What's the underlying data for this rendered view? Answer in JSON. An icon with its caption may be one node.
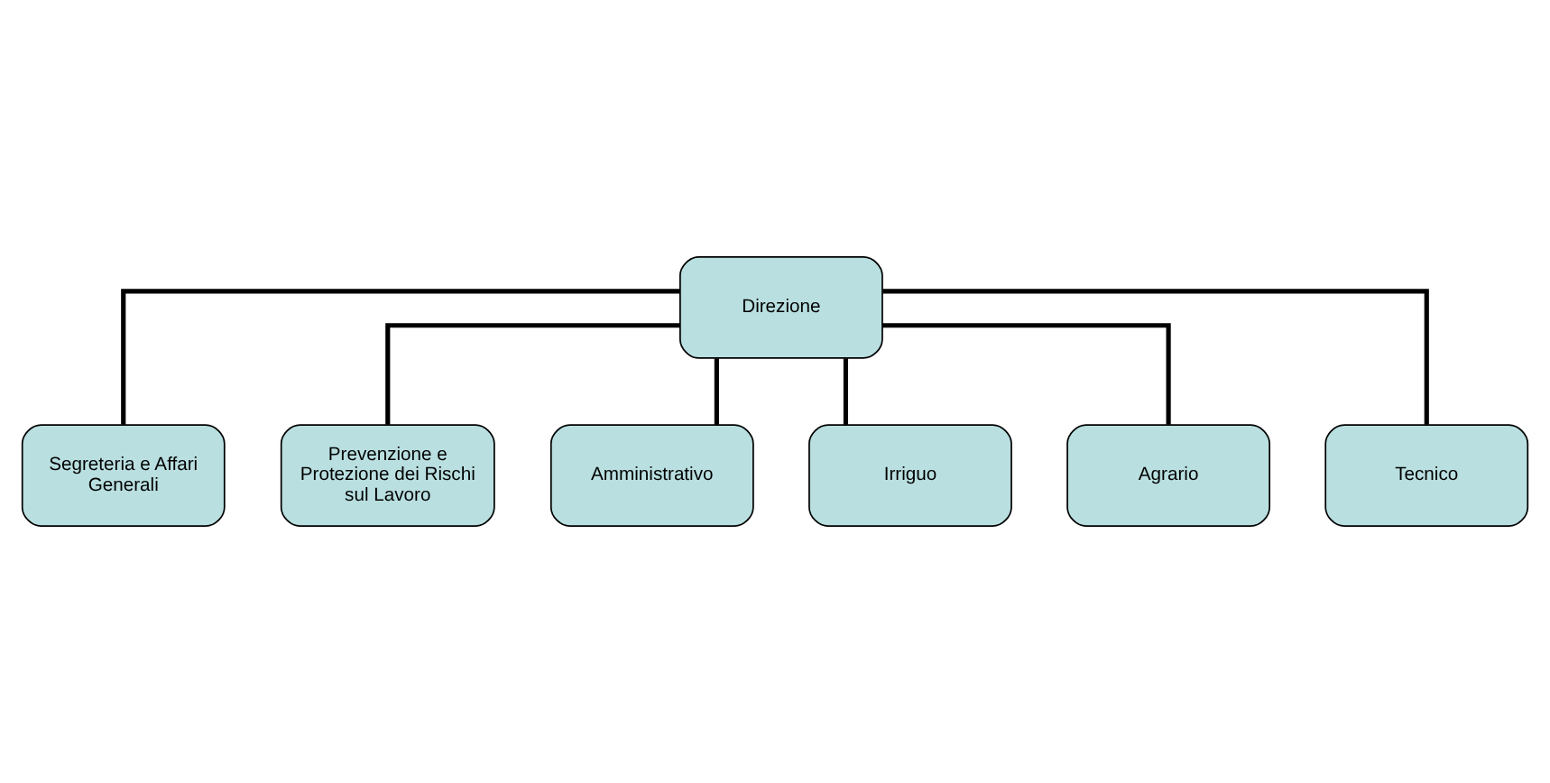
{
  "diagram": {
    "nodes": [
      {
        "text": [
          "Direzione"
        ]
      },
      {
        "text": [
          "Segreteria e Affari Generali"
        ]
      },
      {
        "text": [
          "Prevenzione e Protezione dei Rischi sul Lavoro"
        ]
      },
      {
        "text": [
          "Amministrativo"
        ]
      },
      {
        "text": [
          "Irriguo"
        ]
      },
      {
        "text": [
          "Agrario"
        ]
      },
      {
        "text": [
          "Tecnico"
        ]
      }
    ],
    "edges": [
      {
        "from": 0,
        "to": 1,
        "arrow": "none"
      },
      {
        "from": 0,
        "to": 2,
        "arrow": "none"
      },
      {
        "from": 0,
        "to": 3,
        "arrow": "none"
      },
      {
        "from": 0,
        "to": 4,
        "arrow": "none"
      },
      {
        "from": 0,
        "to": 5,
        "arrow": "none"
      },
      {
        "from": 0,
        "to": 6,
        "arrow": "none"
      }
    ]
  }
}
